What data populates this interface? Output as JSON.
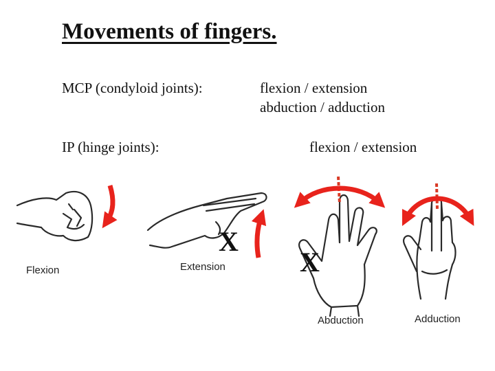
{
  "slide": {
    "title": "Movements of fingers.",
    "mcp_label": "MCP (condyloid joints):",
    "mcp_movements": [
      "flexion / extension",
      "abduction / adduction"
    ],
    "ip_label": "IP (hinge joints):",
    "ip_movements": "flexion / extension"
  },
  "illustration": {
    "captions": {
      "flexion": "Flexion",
      "extension": "Extension",
      "abduction": "Abduction",
      "adduction": "Adduction"
    },
    "marks": [
      "X",
      "X"
    ],
    "colors": {
      "arrow": "#e8231c",
      "dotted_line": "#d93a26",
      "hand_outline": "#2a2a2a",
      "skin": "#ffffff"
    }
  }
}
